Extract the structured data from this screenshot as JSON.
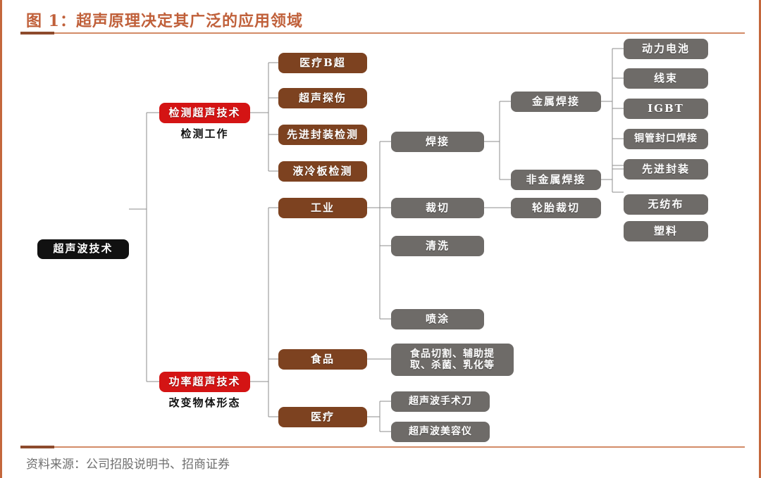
{
  "header": {
    "title": "图 1：超声原理决定其广泛的应用领域"
  },
  "footer": {
    "source": "资料来源：公司招股说明书、招商证券"
  },
  "colors": {
    "accent_rule": "#d38b67",
    "accent_dark": "#8d4a2c",
    "title_text": "#c0603a",
    "root_node": "#111111",
    "category_node": "#d41414",
    "branch_node": "#7d4220",
    "leaf_node": "#6e6b68",
    "connector": "#8c8c8c"
  },
  "diagram": {
    "root": {
      "label": "超声波技术"
    },
    "categories": [
      {
        "label": "检测超声技术",
        "caption": "检测工作"
      },
      {
        "label": "功率超声技术",
        "caption": "改变物体形态"
      }
    ],
    "detection_items": [
      {
        "label": "医疗B超"
      },
      {
        "label": "超声探伤"
      },
      {
        "label": "先进封装检测"
      },
      {
        "label": "液冷板检测"
      }
    ],
    "power_branches": [
      {
        "label": "工业"
      },
      {
        "label": "食品"
      },
      {
        "label": "医疗"
      }
    ],
    "industry_items": [
      {
        "label": "焊接"
      },
      {
        "label": "裁切"
      },
      {
        "label": "清洗"
      },
      {
        "label": "喷涂"
      }
    ],
    "welding_items": [
      {
        "label": "金属焊接"
      },
      {
        "label": "非金属焊接"
      }
    ],
    "metal_welding_items": [
      {
        "label": "动力电池"
      },
      {
        "label": "线束"
      },
      {
        "label": "IGBT"
      },
      {
        "label": "铜管封口焊接"
      },
      {
        "label": "先进封装"
      }
    ],
    "nonmetal_welding_items": [
      {
        "label": "无纺布"
      },
      {
        "label": "塑料"
      }
    ],
    "cutting_items": [
      {
        "label": "轮胎裁切"
      }
    ],
    "food_items": [
      {
        "label": "食品切割、辅助提\n取、杀菌、乳化等"
      }
    ],
    "medical_items": [
      {
        "label": "超声波手术刀"
      },
      {
        "label": "超声波美容仪"
      }
    ]
  }
}
